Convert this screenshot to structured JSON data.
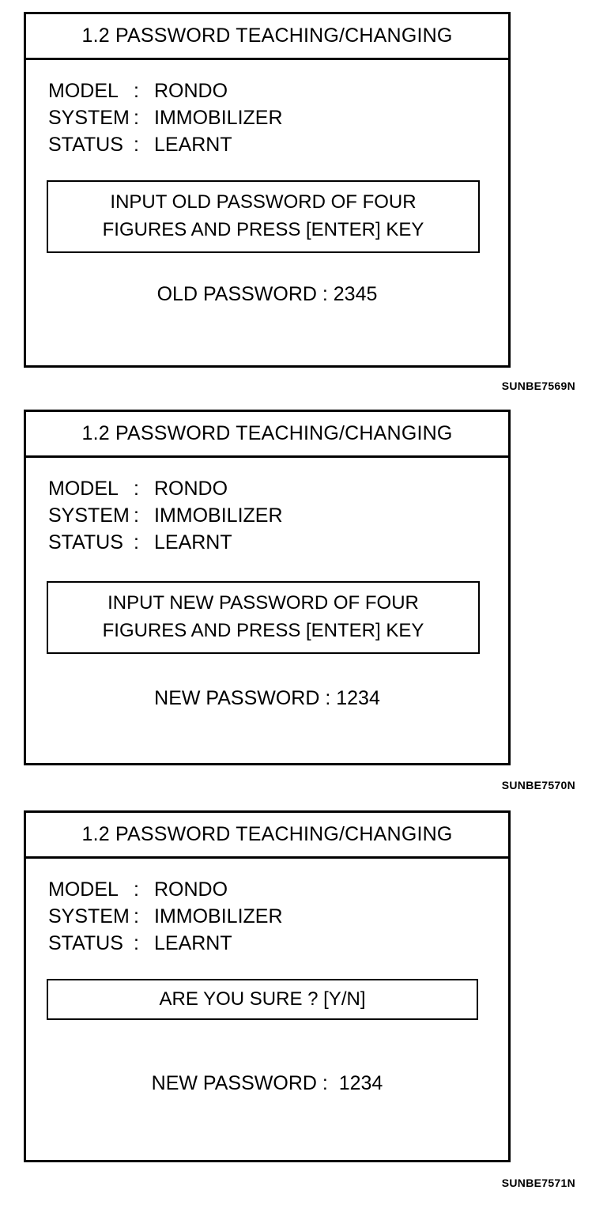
{
  "document": {
    "kind": "service-manual-figure-set",
    "background_color": "#ffffff",
    "ink_color": "#000000"
  },
  "panels": [
    {
      "title": "1.2  PASSWORD TEACHING/CHANGING",
      "info": [
        {
          "label": "MODEL",
          "colon": ":",
          "value": "RONDO"
        },
        {
          "label": "SYSTEM",
          "colon": ":",
          "value": "IMMOBILIZER"
        },
        {
          "label": "STATUS",
          "colon": ":",
          "value": "LEARNT"
        }
      ],
      "message_lines": [
        "INPUT OLD PASSWORD OF FOUR",
        "FIGURES AND PRESS [ENTER] KEY"
      ],
      "password_line": "OLD PASSWORD : 2345",
      "password_label": "OLD PASSWORD",
      "password_value": "2345",
      "caption": "SUNBE7569N"
    },
    {
      "title": "1.2  PASSWORD TEACHING/CHANGING",
      "info": [
        {
          "label": "MODEL",
          "colon": ":",
          "value": "RONDO"
        },
        {
          "label": "SYSTEM",
          "colon": ":",
          "value": "IMMOBILIZER"
        },
        {
          "label": "STATUS",
          "colon": ":",
          "value": "LEARNT"
        }
      ],
      "message_lines": [
        "INPUT NEW PASSWORD OF FOUR",
        "FIGURES AND PRESS [ENTER] KEY"
      ],
      "password_line": "NEW PASSWORD : 1234",
      "password_label": "NEW PASSWORD",
      "password_value": "1234",
      "caption": "SUNBE7570N"
    },
    {
      "title": "1.2  PASSWORD TEACHING/CHANGING",
      "info": [
        {
          "label": "MODEL",
          "colon": ":",
          "value": "RONDO"
        },
        {
          "label": "SYSTEM",
          "colon": ":",
          "value": "IMMOBILIZER"
        },
        {
          "label": "STATUS",
          "colon": ":",
          "value": "LEARNT"
        }
      ],
      "message_lines": [
        "ARE YOU SURE ? [Y/N]"
      ],
      "password_line": "NEW PASSWORD :  1234",
      "password_label": "NEW PASSWORD",
      "password_value": "1234",
      "caption": "SUNBE7571N"
    }
  ]
}
